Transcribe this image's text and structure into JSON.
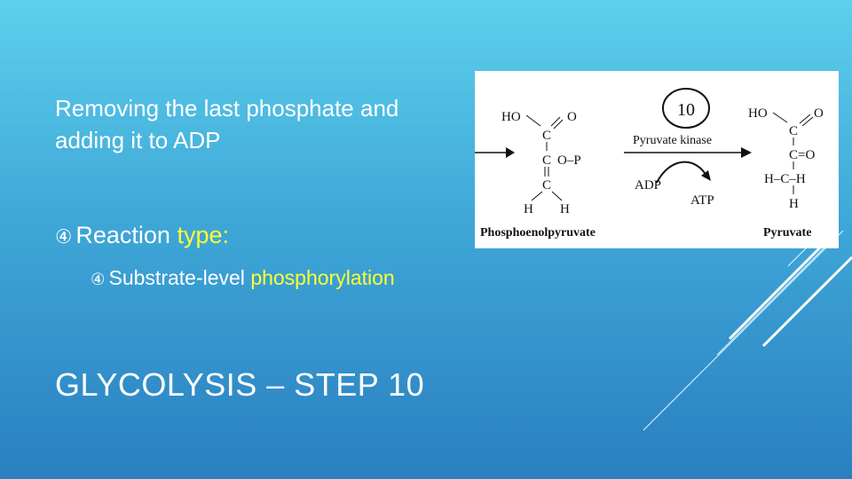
{
  "intro": {
    "line1": "Removing the last phosphate and",
    "line2": "adding it to ADP"
  },
  "bullets": [
    {
      "symbol": "④",
      "label": "Reaction",
      "value": "type:"
    },
    {
      "symbol": "④",
      "label": "Substrate-level",
      "value": "phosphorylation"
    }
  ],
  "title": "GLYCOLYSIS – STEP 10",
  "reaction_image": {
    "step_number": "10",
    "enzyme": "Pyruvate kinase",
    "cofactor_in": "ADP",
    "cofactor_out": "ATP",
    "substrate_name": "Phosphoenolpyruvate",
    "product_name": "Pyruvate",
    "labels": {
      "ho": "HO",
      "o": "O",
      "c": "C",
      "op": "O–P",
      "h": "H",
      "eq_o": "C=O",
      "hch": "H–C–H"
    }
  },
  "colors": {
    "background_top": "#5dd0ec",
    "background_bottom": "#2a7fc0",
    "highlight": "#ffff33"
  }
}
